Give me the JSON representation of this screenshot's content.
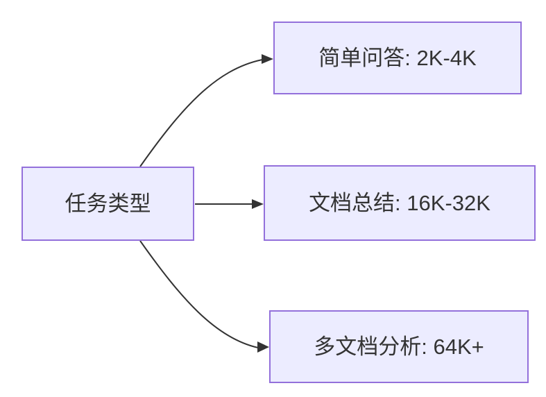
{
  "diagram": {
    "root": {
      "label": "任务类型"
    },
    "branches": [
      {
        "label": "简单问答: 2K-4K"
      },
      {
        "label": "文档总结: 16K-32K"
      },
      {
        "label": "多文档分析: 64K+"
      }
    ],
    "edges": [
      {
        "from": "任务类型",
        "to": "简单问答: 2K-4K"
      },
      {
        "from": "任务类型",
        "to": "文档总结: 16K-32K"
      },
      {
        "from": "任务类型",
        "to": "多文档分析: 64K+"
      }
    ],
    "colors": {
      "node_fill": "#ECECFF",
      "node_border": "#9370DB",
      "edge": "#333333",
      "text": "#333333",
      "background": "#FFFFFF"
    }
  }
}
